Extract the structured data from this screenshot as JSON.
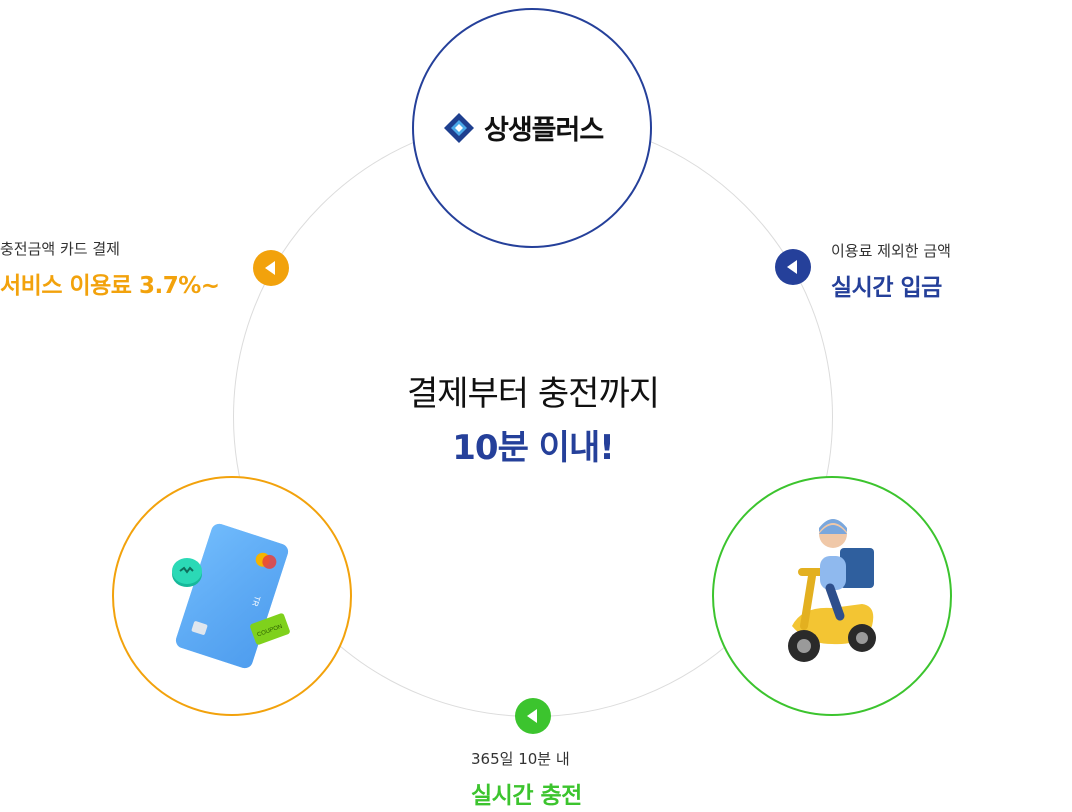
{
  "logo": {
    "text": "상생플러스"
  },
  "center": {
    "line1": "결제부터 충전까지",
    "line2": "10분 이내!"
  },
  "steps": {
    "payment": {
      "caption": "충전금액 카드 결제",
      "title": "서비스 이용료 3.7%~"
    },
    "deposit": {
      "caption": "이용료 제외한 금액",
      "title": "실시간 입금"
    },
    "charge": {
      "caption": "365일 10분 내",
      "title": "실시간 충전"
    }
  },
  "card_art": {
    "brand": "TR",
    "coupon": "COUPON"
  },
  "colors": {
    "navy": "#25409a",
    "orange": "#f2a20c",
    "green": "#3cc42e",
    "ring": "#dcdcdc"
  },
  "icons": {
    "payment": "card-coupon-illustration",
    "charge": "delivery-scooter-illustration",
    "badge": "arrow-left-icon",
    "logo": "sangsaeng-plus-logo"
  }
}
